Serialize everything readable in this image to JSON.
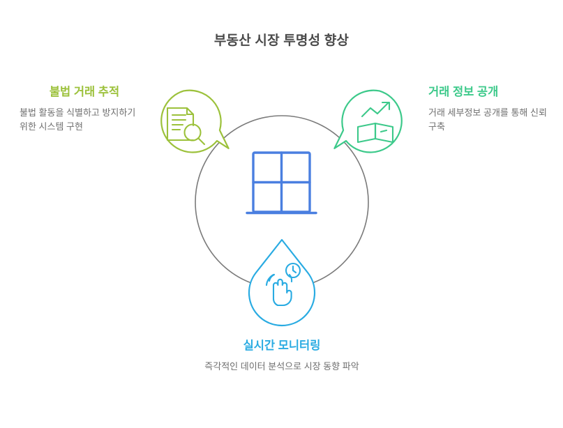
{
  "title": "부동산 시장 투명성 향상",
  "colors": {
    "green": "#9CC13B",
    "mint": "#3CC98A",
    "blue": "#29ABE2",
    "center_blue": "#4A7FE0",
    "circle_gray": "#7a7a7a",
    "heading_gray": "#4a4a4a",
    "body_gray": "#6f6f6f"
  },
  "center": {
    "icon": "window-building-icon"
  },
  "nodes": [
    {
      "id": "illegal-trade-tracking",
      "heading": "불법 거래 추적",
      "description": "불법 활동을 식별하고 방지하기 위한 시스템 구현",
      "icon": "document-search-icon",
      "color": "#9CC13B",
      "position": "left"
    },
    {
      "id": "transaction-disclosure",
      "heading": "거래 정보 공개",
      "description": "거래 세부정보 공개를 통해 신뢰 구축",
      "icon": "book-trend-up-icon",
      "color": "#3CC98A",
      "position": "right"
    },
    {
      "id": "realtime-monitoring",
      "heading": "실시간 모니터링",
      "description": "즉각적인 데이터 분석으로 시장 동향 파악",
      "icon": "tap-gesture-clock-icon",
      "color": "#29ABE2",
      "position": "bottom"
    }
  ]
}
